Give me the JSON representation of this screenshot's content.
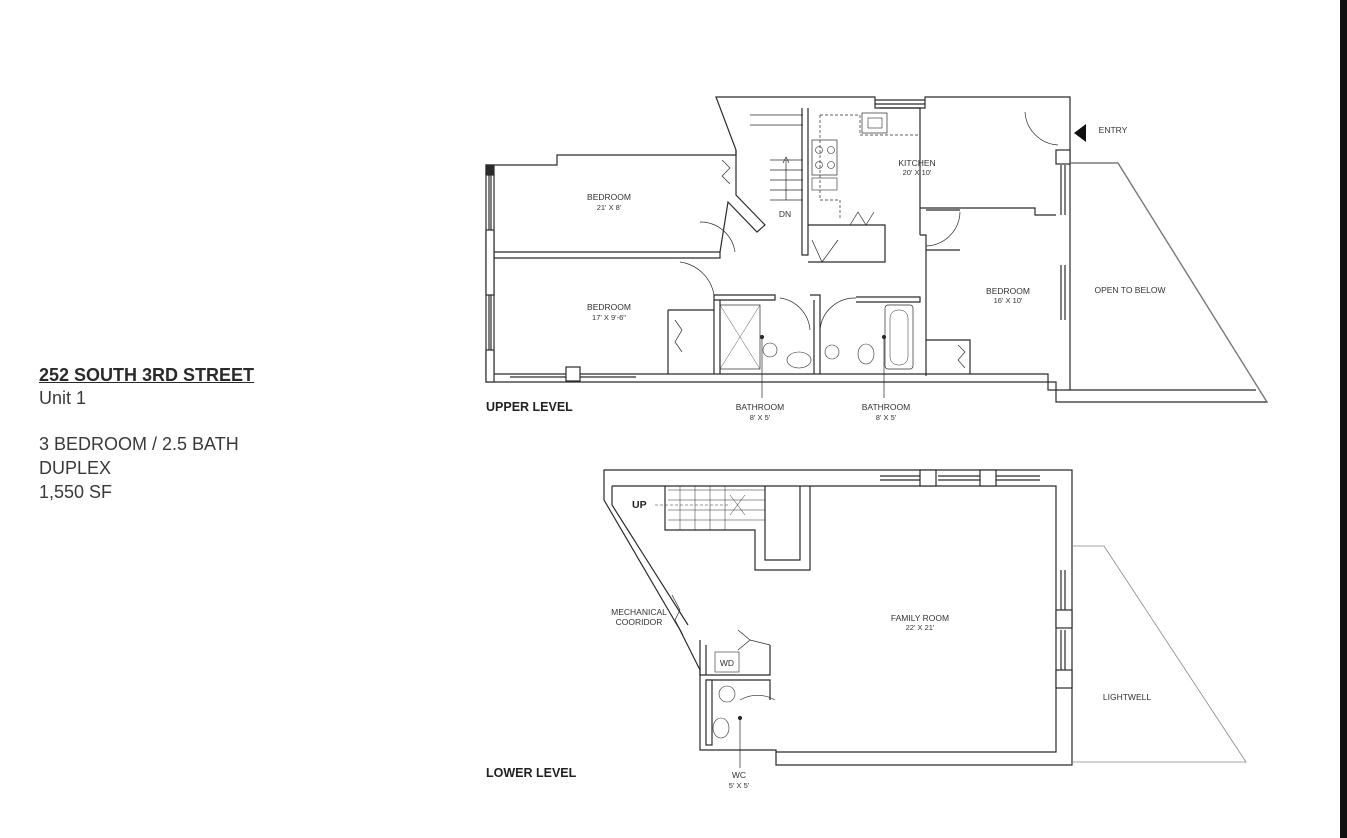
{
  "property": {
    "name": "252 SOUTH 3RD STREET",
    "unit": "Unit 1",
    "layout": "3 BEDROOM / 2.5 BATH",
    "type": "DUPLEX",
    "area": "1,550 SF"
  },
  "upper_level": {
    "label": "UPPER LEVEL",
    "entry": "ENTRY",
    "open_to_below": "OPEN TO BELOW",
    "stair_label": "DN",
    "rooms": [
      {
        "name": "BEDROOM",
        "dims": "21' X 8'"
      },
      {
        "name": "BEDROOM",
        "dims": "17' X 9'-6\""
      },
      {
        "name": "KITCHEN",
        "dims": "20' X 10'"
      },
      {
        "name": "BEDROOM",
        "dims": "16' X 10'"
      },
      {
        "name": "BATHROOM",
        "dims": "8' X 5'"
      },
      {
        "name": "BATHROOM",
        "dims": "8' X 5'"
      }
    ]
  },
  "lower_level": {
    "label": "LOWER LEVEL",
    "stair_label": "UP",
    "mechanical": [
      "MECHANICAL",
      "COORIDOR"
    ],
    "washer_dryer": "WD",
    "lightwell": "LIGHTWELL",
    "rooms": [
      {
        "name": "FAMILY ROOM",
        "dims": "22' X 21'"
      },
      {
        "name": "WC",
        "dims": "5' X 5'"
      }
    ]
  },
  "colors": {
    "wall": "#2b2b2b",
    "line": "#444444",
    "background": "#ffffff"
  }
}
